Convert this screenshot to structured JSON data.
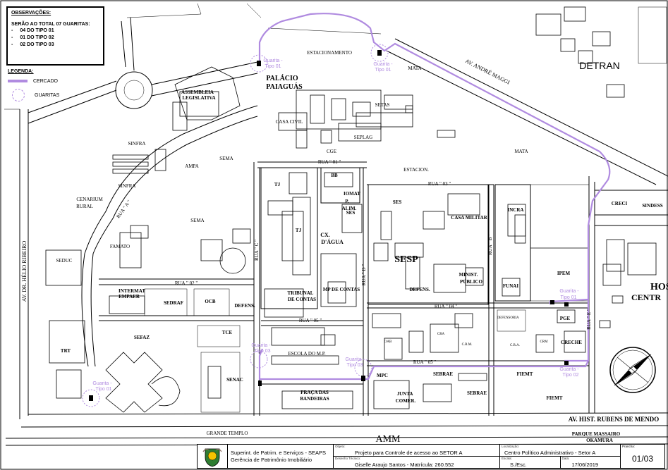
{
  "observations": {
    "title": "OBSERVAÇÕES:",
    "subtitle": "SERÃO AO TOTAL 07 GUARITAS:",
    "items": [
      {
        "dash": "-",
        "text": "04 DO TIPO 01"
      },
      {
        "dash": "-",
        "text": "01 DO TIPO 02"
      },
      {
        "dash": "-",
        "text": "02 DO TIPO 03"
      }
    ]
  },
  "legend": {
    "title": "LEGENDA:",
    "fence_label": "CERCADO",
    "guard_label": "GUARITAS",
    "fence_color": "#b08be0"
  },
  "places": {
    "detran": "DETRAN",
    "hospital1": "HOSPI",
    "hospital2": "CENTR",
    "palacio1": "PALÁCIO",
    "palacio2": "PAIAGUÁS",
    "estacionamento": "ESTACIONAMENTO",
    "mata1": "MATA",
    "mata2": "MATA",
    "assembleia1": "ASSEMBLEIA",
    "assembleia2": "LEGISLATIVA",
    "setas": "SETAS",
    "casa_civil": "CASA CIVIL",
    "seplag": "SEPLAG",
    "cge": "CGE",
    "estacion": "ESTACION.",
    "sinfra1": "SINFRA",
    "sinfra2": "SINFRA",
    "ampa": "AMPA",
    "sema1": "SEMA",
    "sema2": "SEMA",
    "cenarium1": "CENARIUM",
    "cenarium2": "RURAL",
    "famato": "FAMATO",
    "seduc": "SEDUC",
    "bb": "BB",
    "tj1": "TJ",
    "tj2": "TJ",
    "iomat1": "IOMAT",
    "iomat2": "P.",
    "iomat3": "ALIM.",
    "iomat4": "SES",
    "cx1": "CX.",
    "cx2": "D'ÁGUA",
    "tribunal1": "TRIBUNAL",
    "tribunal2": "DE CONTAS",
    "mp_contas": "MP DE CONTAS",
    "ses": "SES",
    "casa_militar": "CASA MILITAR",
    "sesp": "SESP",
    "minist1": "MINIST.",
    "minist2": "PÚBLICO",
    "defens1": "DEFENS.",
    "defens2": "DEFENS.",
    "incra": "INCRA",
    "ipem": "IPEM",
    "funai": "FUNAI",
    "creci": "CRECI",
    "sindess": "SINDESS",
    "intermat1": "INTERMAT",
    "intermat2": "EMPAER",
    "sedraf": "SEDRAF",
    "ocb": "OCB",
    "tce": "TCE",
    "sefaz": "SEFAZ",
    "senac": "SENAC",
    "trt": "TRT",
    "escola_mp": "ESCOLA DO M.P.",
    "praca1": "PRAÇA DAS",
    "praca2": "BANDEIRAS",
    "mpc": "MPC",
    "junta1": "JUNTA",
    "junta2": "COMER.",
    "sebrae1": "SEBRAE",
    "sebrae2": "SEBRAE",
    "fiemt1": "FIEMT",
    "fiemt2": "FIEMT",
    "pge": "PGE",
    "creche": "CRECHE",
    "oab": "OAB",
    "cra1": "CRA",
    "cra2": "C.R.A.",
    "crm": "CRM",
    "crmv": "C.R.M.",
    "defensoria": "DEFENSORIA",
    "amm": "AMM",
    "grande_templo": "GRANDE TEMPLO",
    "parque1": "PARQUE MASSAIRO",
    "parque2": "OKAMURA"
  },
  "streets": {
    "andre_maggi": "AV. ANDRÉ MAGGI",
    "helio_ribeiro": "AV. DR. HÉLIO RIBEIRO",
    "rubens": "AV. HIST. RUBENS DE MENDO",
    "rua01": "RUA \" 01 \"",
    "rua02": "RUA \" 02 \"",
    "rua03": "RUA \" 03 \"",
    "rua04": "RUA \" 04 \"",
    "rua05a": "RUA \" 05 \"",
    "rua05b": "RUA \" 05 \"",
    "ruaA": "RUA \" A \"",
    "ruaB": "RUA \" B \"",
    "ruaC": "RUA \" C \"",
    "ruaD": "RUA \" D \"",
    "ruaE": "RUA \" E \""
  },
  "guards": [
    {
      "name": "Guarita -",
      "type": "Tipo 01"
    },
    {
      "name": "Guarita -",
      "type": "Tipo 01"
    },
    {
      "name": "Guarita -",
      "type": "Tipo 01"
    },
    {
      "name": "Guarita -",
      "type": "Tipo 01"
    },
    {
      "name": "Guarita -",
      "type": "Tipo 02"
    },
    {
      "name": "Guarita -",
      "type": "Tipo 03"
    },
    {
      "name": "Guarita",
      "type": "Tipo 03"
    }
  ],
  "title_block": {
    "org1": "Superint. de Patrim. e Serviços - SEAPS",
    "org2": "Gerência de Patrimônio Imobiliário",
    "object_caption": "Objeto:",
    "object": "Projeto para Controle de acesso ao SETOR A",
    "drawn_caption": "Desenho Técnico:",
    "drawn": "Giselle Araujo Santos - Matrícula: 260.552",
    "location_caption": "Localização:",
    "location": "Centro Político Administrativo - Setor A",
    "scale_caption": "Escala:",
    "scale": "S./Esc.",
    "date_caption": "Data:",
    "date": "17/06/2019",
    "page_caption": "Prancha:",
    "page": "01/03"
  }
}
